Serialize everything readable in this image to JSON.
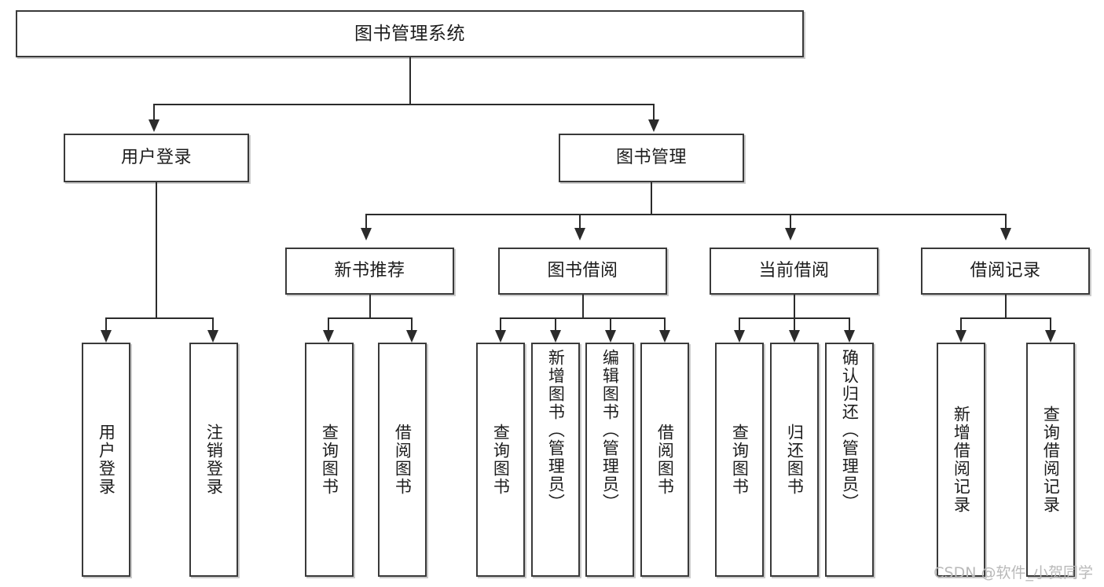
{
  "diagram": {
    "type": "tree",
    "title": "图书管理系统",
    "root": {
      "label": "图书管理系统"
    },
    "level1": [
      {
        "label": "用户登录"
      },
      {
        "label": "图书管理"
      }
    ],
    "level2": [
      {
        "label": "新书推荐"
      },
      {
        "label": "图书借阅"
      },
      {
        "label": "当前借阅"
      },
      {
        "label": "借阅记录"
      }
    ],
    "leaves": {
      "user_login": [
        {
          "label": "用户登录"
        },
        {
          "label": "注销登录"
        }
      ],
      "new_book": [
        {
          "label": "查询图书"
        },
        {
          "label": "借阅图书"
        }
      ],
      "book_borrow": [
        {
          "label": "查询图书"
        },
        {
          "label": "新增图书（管理员）"
        },
        {
          "label": "编辑图书（管理员）"
        },
        {
          "label": "借阅图书"
        }
      ],
      "current_borrow": [
        {
          "label": "查询图书"
        },
        {
          "label": "归还图书"
        },
        {
          "label": "确认归还（管理员）"
        }
      ],
      "borrow_record": [
        {
          "label": "新增借阅记录"
        },
        {
          "label": "查询借阅记录"
        }
      ]
    }
  },
  "watermark": {
    "text": "CSDN @软件_小贺同学"
  },
  "colors": {
    "background": "#ffffff",
    "box_border": "#3a3a3a",
    "line": "#2b2b2b",
    "text": "#1c1c1c",
    "watermark": "#b9b9b9"
  }
}
